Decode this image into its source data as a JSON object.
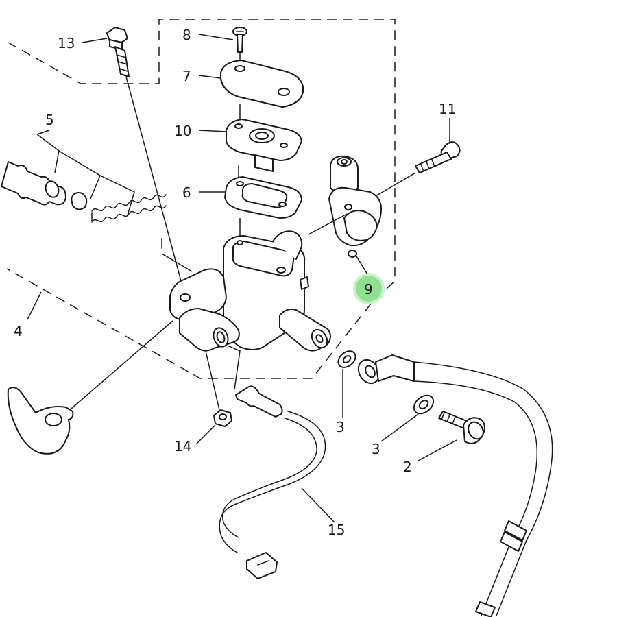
{
  "callouts": {
    "c2": "2",
    "c3a": "3",
    "c3b": "3",
    "c4": "4",
    "c5": "5",
    "c6": "6",
    "c7": "7",
    "c8": "8",
    "c9": "9",
    "c10": "10",
    "c11": "11",
    "c13": "13",
    "c14": "14",
    "c15": "15"
  },
  "highlight": {
    "part": "9",
    "color": "#8fe08f"
  }
}
